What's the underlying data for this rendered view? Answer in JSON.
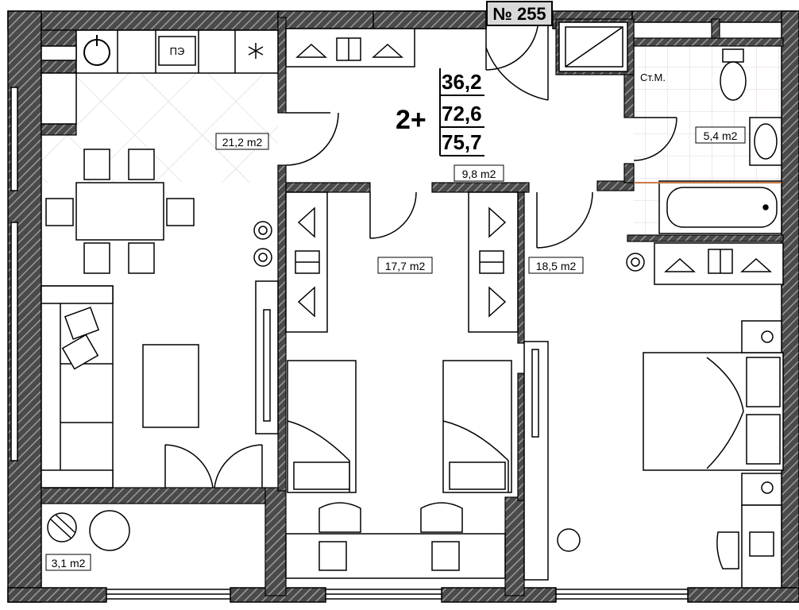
{
  "plan": {
    "apartment_number": "№ 255",
    "room_count": "2+",
    "area_living": "36,2",
    "area_total": "72,6",
    "area_with_balcony": "75,7",
    "rooms": {
      "kitchen_living": "21,2 m2",
      "hall": "9,8 m2",
      "bathroom": "5,4 m2",
      "kids_room": "17,7 m2",
      "bedroom": "18,5 m2",
      "loggia": "3,1 m2"
    },
    "fixtures": {
      "stove_label": "ПЭ",
      "washing_machine_label": "Ст.М."
    }
  }
}
